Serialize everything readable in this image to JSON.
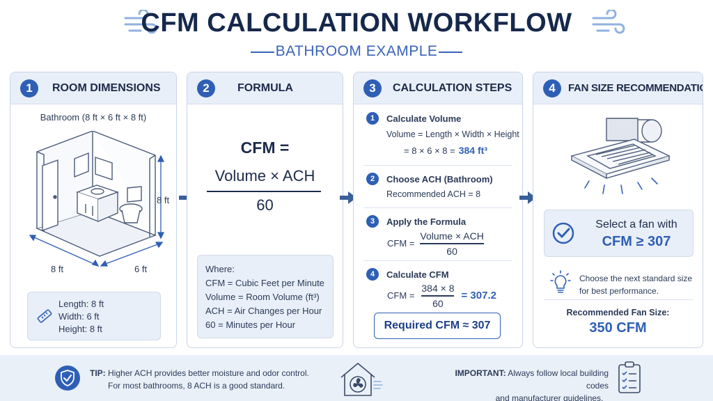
{
  "header": {
    "title": "CFM CALCULATION WORKFLOW",
    "subtitle": "BATHROOM EXAMPLE"
  },
  "steps": [
    {
      "number": "1",
      "title": "ROOM DIMENSIONS",
      "caption": "Bathroom (8 ft × 6 ft × 8 ft)",
      "dim_height": "8 ft",
      "dim_length": "8 ft",
      "dim_width": "6 ft",
      "summary": [
        {
          "label": "Length:",
          "value": "8 ft"
        },
        {
          "label": "Width:",
          "value": "6 ft"
        },
        {
          "label": "Height:",
          "value": "8 ft"
        }
      ]
    },
    {
      "number": "2",
      "title": "FORMULA",
      "lhs": "CFM =",
      "numerator": "Volume × ACH",
      "denominator": "60",
      "where_label": "Where:",
      "definitions": [
        {
          "term": "CFM",
          "eq": "=",
          "meaning": "Cubic Feet per Minute"
        },
        {
          "term": "Volume",
          "eq": "=",
          "meaning": "Room Volume (ft³)"
        },
        {
          "term": "ACH",
          "eq": "=",
          "meaning": "Air Changes per Hour"
        },
        {
          "term": "60",
          "eq": "=",
          "meaning": "Minutes per Hour"
        }
      ]
    },
    {
      "number": "3",
      "title": "CALCULATION STEPS",
      "substeps": [
        {
          "number": "1",
          "title": "Calculate Volume",
          "line1": "Volume = Length × Width × Height",
          "line2_prefix": "= 8 × 6 × 8 =",
          "line2_result": "384 ft³"
        },
        {
          "number": "2",
          "title": "Choose ACH (Bathroom)",
          "line1": "Recommended ACH = 8"
        },
        {
          "number": "3",
          "title": "Apply the Formula",
          "lhs": "CFM =",
          "numerator": "Volume × ACH",
          "denominator": "60"
        },
        {
          "number": "4",
          "title": "Calculate CFM",
          "lhs": "CFM =",
          "numerator": "384 × 8",
          "denominator": "60",
          "result": "= 307.2"
        }
      ],
      "required": "Required CFM ≈ 307"
    },
    {
      "number": "4",
      "title": "FAN SIZE RECOMMENDATION",
      "select_line1": "Select a fan with",
      "select_line2": "CFM ≥ 307",
      "tip_line1": "Choose the next standard size",
      "tip_line2": "for best performance.",
      "recommended_label": "Recommended Fan Size:",
      "recommended_value": "350 CFM"
    }
  ],
  "footer": {
    "tip_label": "TIP:",
    "tip_line1": "Higher ACH provides better moisture and odor control.",
    "tip_line2": "For most bathrooms, 8 ACH is a good standard.",
    "important_label": "IMPORTANT:",
    "important_line1": "Always follow local building codes",
    "important_line2": "and manufacturer guidelines."
  },
  "colors": {
    "primary": "#2f5fb5",
    "title": "#16284b",
    "panel": "#e9eff8",
    "border": "#c9d4e6"
  },
  "icons": [
    "wind-icon",
    "arrow-right-icon",
    "ruler-icon",
    "checkmark-icon",
    "lightbulb-icon",
    "shield-check-icon",
    "house-fan-icon",
    "clipboard-checklist-icon",
    "exhaust-fan-icon"
  ]
}
